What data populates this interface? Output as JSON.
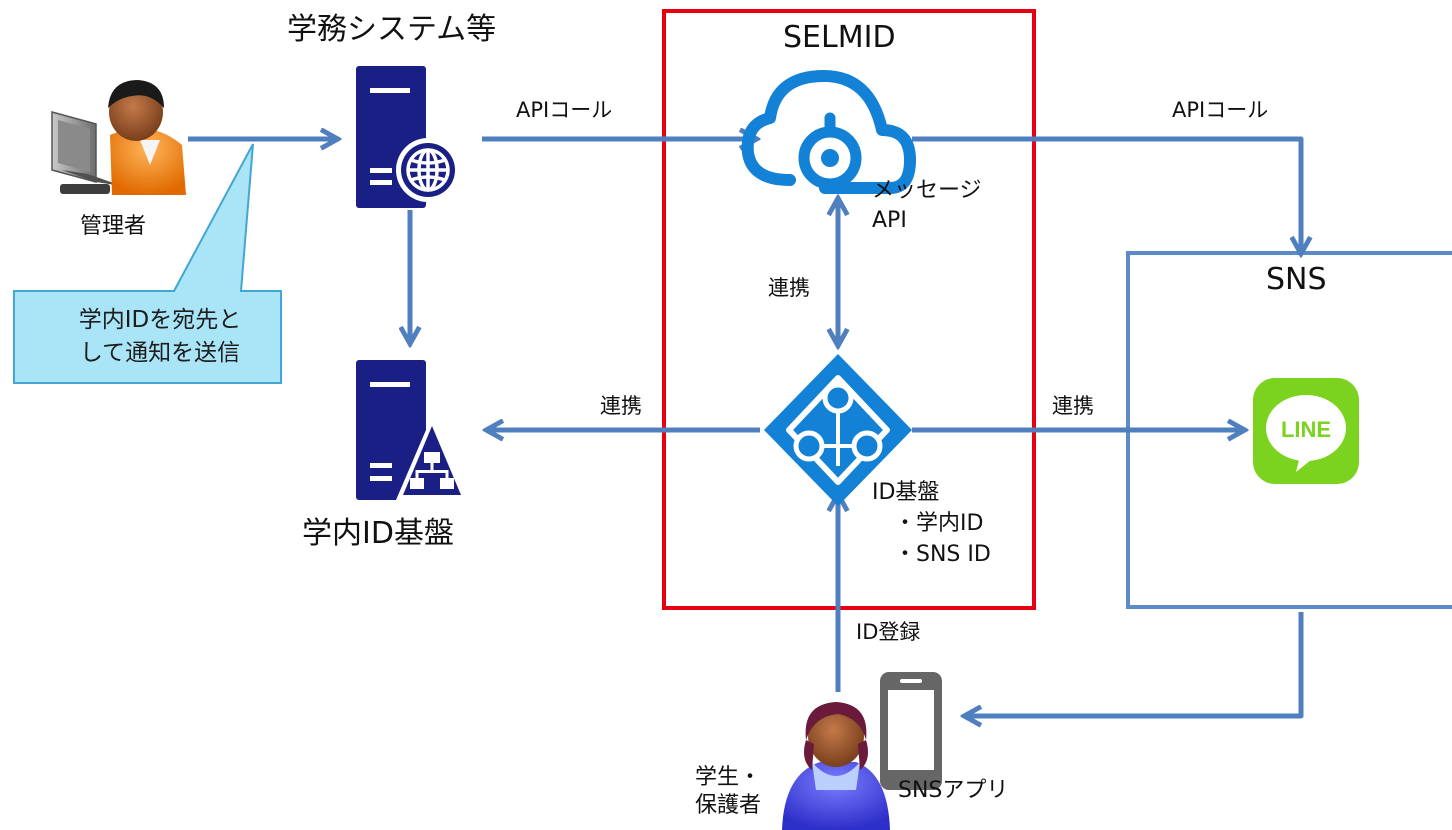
{
  "colors": {
    "arrow": "#4f7fbe",
    "server": "#1a1f86",
    "selmid_border": "#e60012",
    "sns_border": "#5b8ac6",
    "azure_blue": "#1382d6",
    "line_green": "#7bd21f",
    "callout_fill": "#a9e4f7",
    "callout_border": "#42a6d3"
  },
  "labels": {
    "admin": "管理者",
    "academic_system": "学務システム等",
    "campus_id_base": "学内ID基盤",
    "selmid": "SELMID",
    "message_api": "メッセージ\nAPI",
    "id_base": "ID基盤\n　・学内ID\n　・SNS ID",
    "sns": "SNS",
    "sns_app": "SNSアプリ",
    "student": "学生・\n保護者",
    "line_logo": "LINE"
  },
  "arrows": {
    "api_call_1": "APIコール",
    "api_call_2": "APIコール",
    "link_vertical": "連携",
    "link_left": "連携",
    "link_right": "連携",
    "id_registration": "ID登録"
  },
  "callout": {
    "text": "学内IDを宛先と\nして通知を送信"
  },
  "icons": {
    "admin": "admin-person-icon",
    "academic_server": "web-server-icon",
    "campus_id_server": "network-server-icon",
    "message_api": "cloud-api-icon",
    "id_base": "active-directory-icon",
    "line": "line-app-icon",
    "phone": "smartphone-icon",
    "student": "student-person-icon"
  }
}
